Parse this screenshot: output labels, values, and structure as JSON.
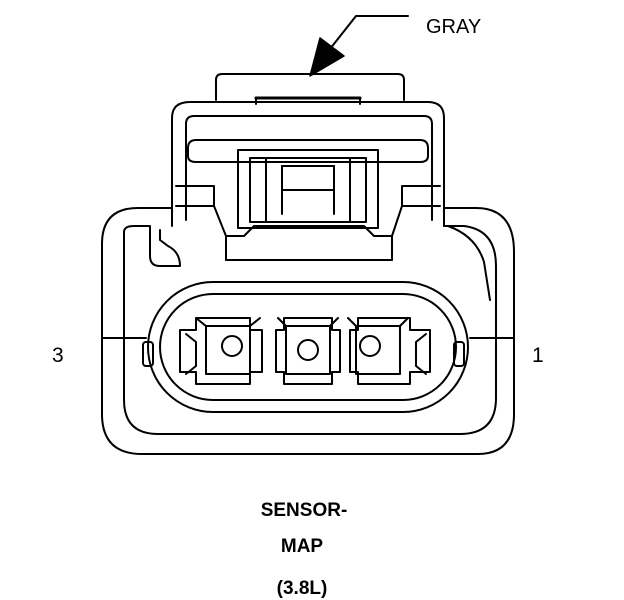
{
  "callout": {
    "color_label": "GRAY"
  },
  "pins": {
    "left": "3",
    "right": "1"
  },
  "caption": {
    "line1": "SENSOR-",
    "line2": "MAP",
    "line3": "(3.8L)"
  }
}
